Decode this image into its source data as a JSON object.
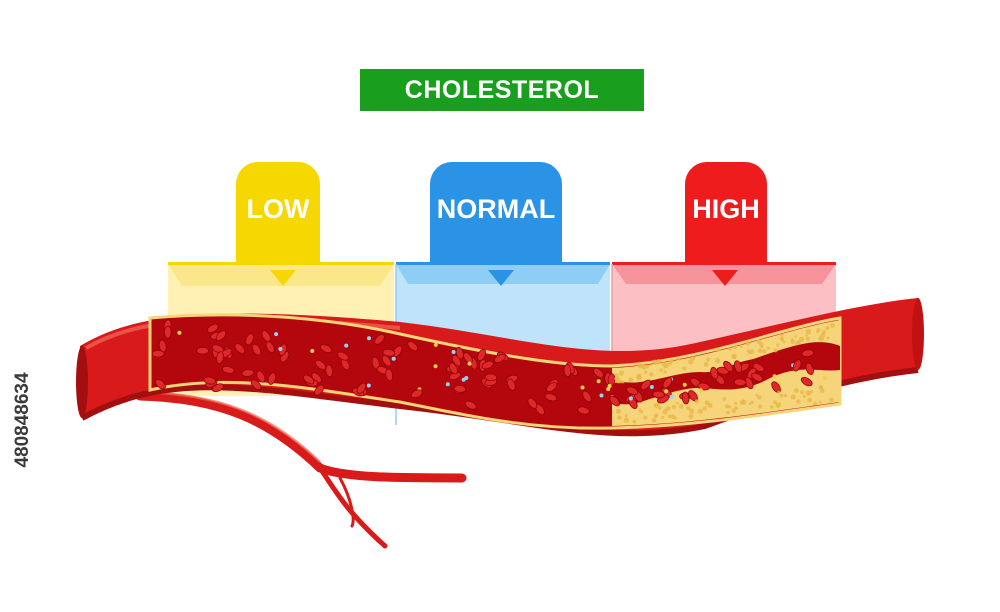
{
  "title": "CHOLESTEROL",
  "levels": [
    {
      "label": "LOW",
      "color": "#f6d800",
      "panel_color": "#fff1b3",
      "top_band_color": "#fbe78a"
    },
    {
      "label": "NORMAL",
      "color": "#2b93e6",
      "panel_color": "#bfe3fb",
      "top_band_color": "#8ecdf4"
    },
    {
      "label": "HIGH",
      "color": "#ee1c1c",
      "panel_color": "#fbbfc4",
      "top_band_color": "#f7949b"
    }
  ],
  "colors": {
    "title_badge": "#1a9e1e",
    "artery": "#d81a1a",
    "artery_dark": "#a30f0f",
    "blood": "#b3060d",
    "plaque": "#f5d47a",
    "cholesterol_dot": "#f0d24a",
    "blue_dot": "#8fd3f5"
  },
  "watermark_id": "480848634"
}
